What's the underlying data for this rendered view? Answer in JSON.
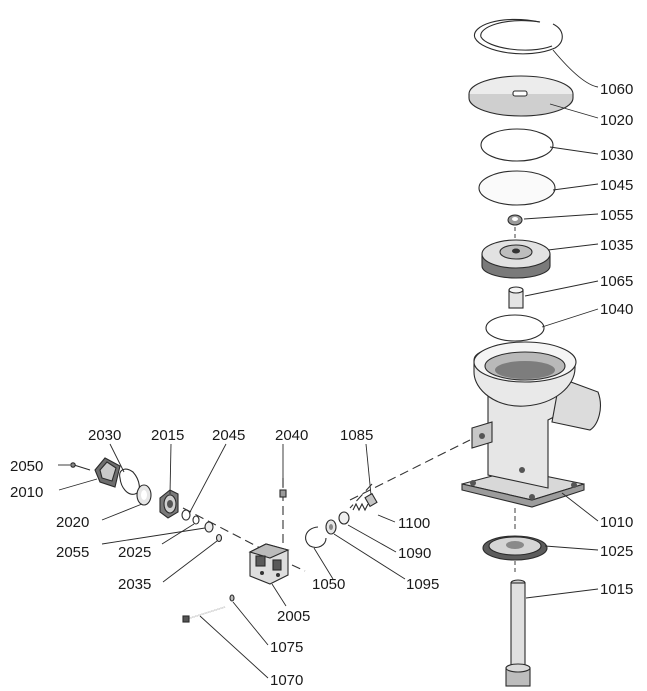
{
  "labels": {
    "p1060": "1060",
    "p1020": "1020",
    "p1030": "1030",
    "p1045": "1045",
    "p1055": "1055",
    "p1035": "1035",
    "p1065": "1065",
    "p1040": "1040",
    "p1010": "1010",
    "p1025": "1025",
    "p1015": "1015",
    "p2030": "2030",
    "p2015": "2015",
    "p2045": "2045",
    "p2040": "2040",
    "p1085": "1085",
    "p2050": "2050",
    "p2010": "2010",
    "p1100": "1100",
    "p2020": "2020",
    "p2055": "2055",
    "p2025": "2025",
    "p1090": "1090",
    "p2035": "2035",
    "p1050": "1050",
    "p1095": "1095",
    "p2005": "2005",
    "p1075": "1075",
    "p1070": "1070"
  },
  "colors": {
    "line": "#2a2a2a",
    "part_fill": "#e9e9e9",
    "part_dark": "#6d6d6d",
    "text": "#1a1a1a"
  }
}
